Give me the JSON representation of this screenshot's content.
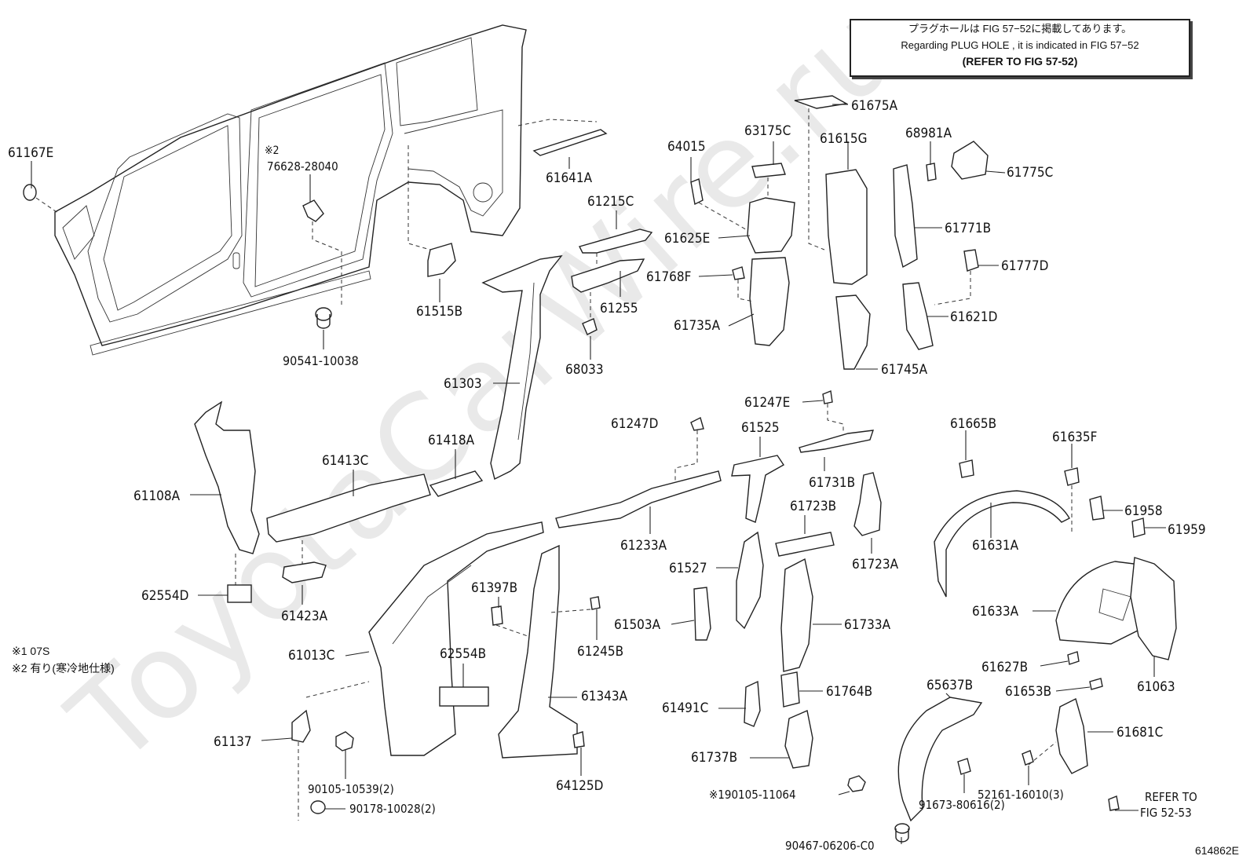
{
  "note": {
    "line1": "プラグホールは FIG 57−52に掲載してあります。",
    "line2": "Regarding  PLUG  HOLE , it is indicated in FIG  57−52",
    "line3": "(REFER TO FIG 57-52)"
  },
  "legend": {
    "l1": "※1 07S",
    "l2": "※2 有り(寒冷地仕様)"
  },
  "watermark": "ToyotaCarWire.ru",
  "figure_id": "614862E",
  "labels": {
    "p61167E": "61167E",
    "p76628": "76628-28040",
    "p76628mark": "※2",
    "p90541": "90541-10038",
    "p61515B": "61515B",
    "p61641A": "61641A",
    "p61215C": "61215C",
    "p61255": "61255",
    "p68033": "68033",
    "p61303": "61303",
    "p64015": "64015",
    "p63175C": "63175C",
    "p61625E": "61625E",
    "p61768F": "61768F",
    "p61735A": "61735A",
    "p61675A": "61675A",
    "p61615G": "61615G",
    "p68981A": "68981A",
    "p61775C": "61775C",
    "p61771B": "61771B",
    "p61777D": "61777D",
    "p61621D": "61621D",
    "p61745A": "61745A",
    "p61108A": "61108A",
    "p62554D": "62554D",
    "p61413C": "61413C",
    "p61418A": "61418A",
    "p61423A": "61423A",
    "p61247D": "61247D",
    "p61233A": "61233A",
    "p61247E": "61247E",
    "p61525": "61525",
    "p61731B": "61731B",
    "p61723B": "61723B",
    "p61723A": "61723A",
    "p61527": "61527",
    "p61503A": "61503A",
    "p61733A": "61733A",
    "p61397B": "61397B",
    "p61245B": "61245B",
    "p61013C": "61013C",
    "p62554B": "62554B",
    "p61343A": "61343A",
    "p61137": "61137",
    "p90105a": "90105-10539(2)",
    "p90178": "90178-10028(2)",
    "p64125D": "64125D",
    "p61491C": "61491C",
    "p61764B": "61764B",
    "p61737B": "61737B",
    "p90105b": "※190105-11064",
    "p65637B": "65637B",
    "p91673": "91673-80616(2)",
    "p90467": "90467-06206-C0",
    "p61665B": "61665B",
    "p61631A": "61631A",
    "p61635F": "61635F",
    "p61958": "61958",
    "p61959": "61959",
    "p61633A": "61633A",
    "p61627B": "61627B",
    "p61653B": "61653B",
    "p61063": "61063",
    "p61681C": "61681C",
    "p52161": "52161-16010(3)",
    "refer1": "REFER TO",
    "refer2": "FIG 52-53"
  }
}
